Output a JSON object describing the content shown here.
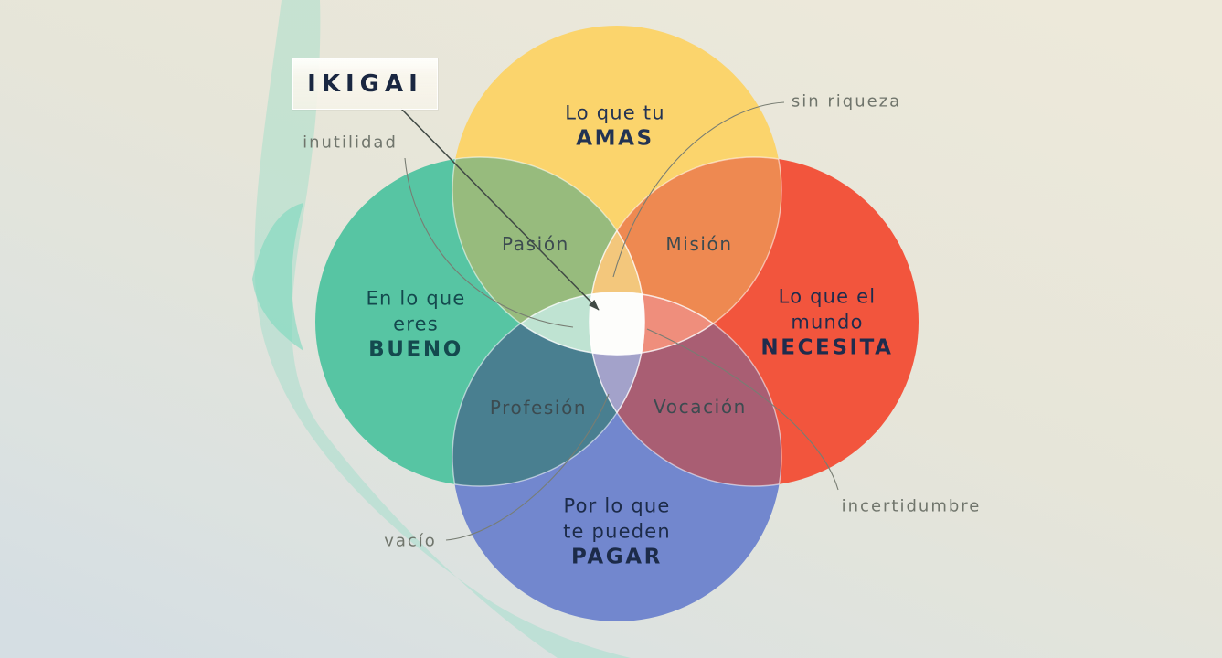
{
  "palette": {
    "background_top": "#EDE9DA",
    "background_bottom": "#D5DEE3",
    "ribbon": "#8FDCC6",
    "ribbon_highlight": "#7BD8BE",
    "overlap_outline": "#FFFFFF",
    "arrow": "#414A45",
    "pointer_line": "#787D73",
    "center": "#FDFDFB"
  },
  "title_box": {
    "label": "IKIGAI"
  },
  "circles": {
    "amas": {
      "lines": [
        "Lo que tu"
      ],
      "emphasis": "AMAS",
      "color": "#FBD46C"
    },
    "bueno": {
      "lines": [
        "En lo que",
        "eres"
      ],
      "emphasis": "BUENO",
      "color": "#57C5A3"
    },
    "necesita": {
      "lines": [
        "Lo que el",
        "mundo"
      ],
      "emphasis": "NECESITA",
      "color": "#F2553D"
    },
    "pagar": {
      "lines": [
        "Por lo que",
        "te pueden"
      ],
      "emphasis": "PAGAR",
      "color": "#7287CE"
    }
  },
  "intersections": {
    "pasion": {
      "label": "Pasión",
      "color": "#97BB7D"
    },
    "mision": {
      "label": "Misión",
      "color": "#EE8951"
    },
    "profesion": {
      "label": "Profesión",
      "color": "#497F90"
    },
    "vocacion": {
      "label": "Vocación",
      "color": "#A95E73"
    }
  },
  "petals": {
    "top": "#F3C77C",
    "right": "#EF8E7C",
    "bottom": "#A3A2CA",
    "left": "#BFE3D2"
  },
  "outer_labels": {
    "inutilidad": "inutilidad",
    "sin_riqueza": "sin riqueza",
    "vacio": "vacío",
    "incertidumbre": "incertidumbre"
  }
}
